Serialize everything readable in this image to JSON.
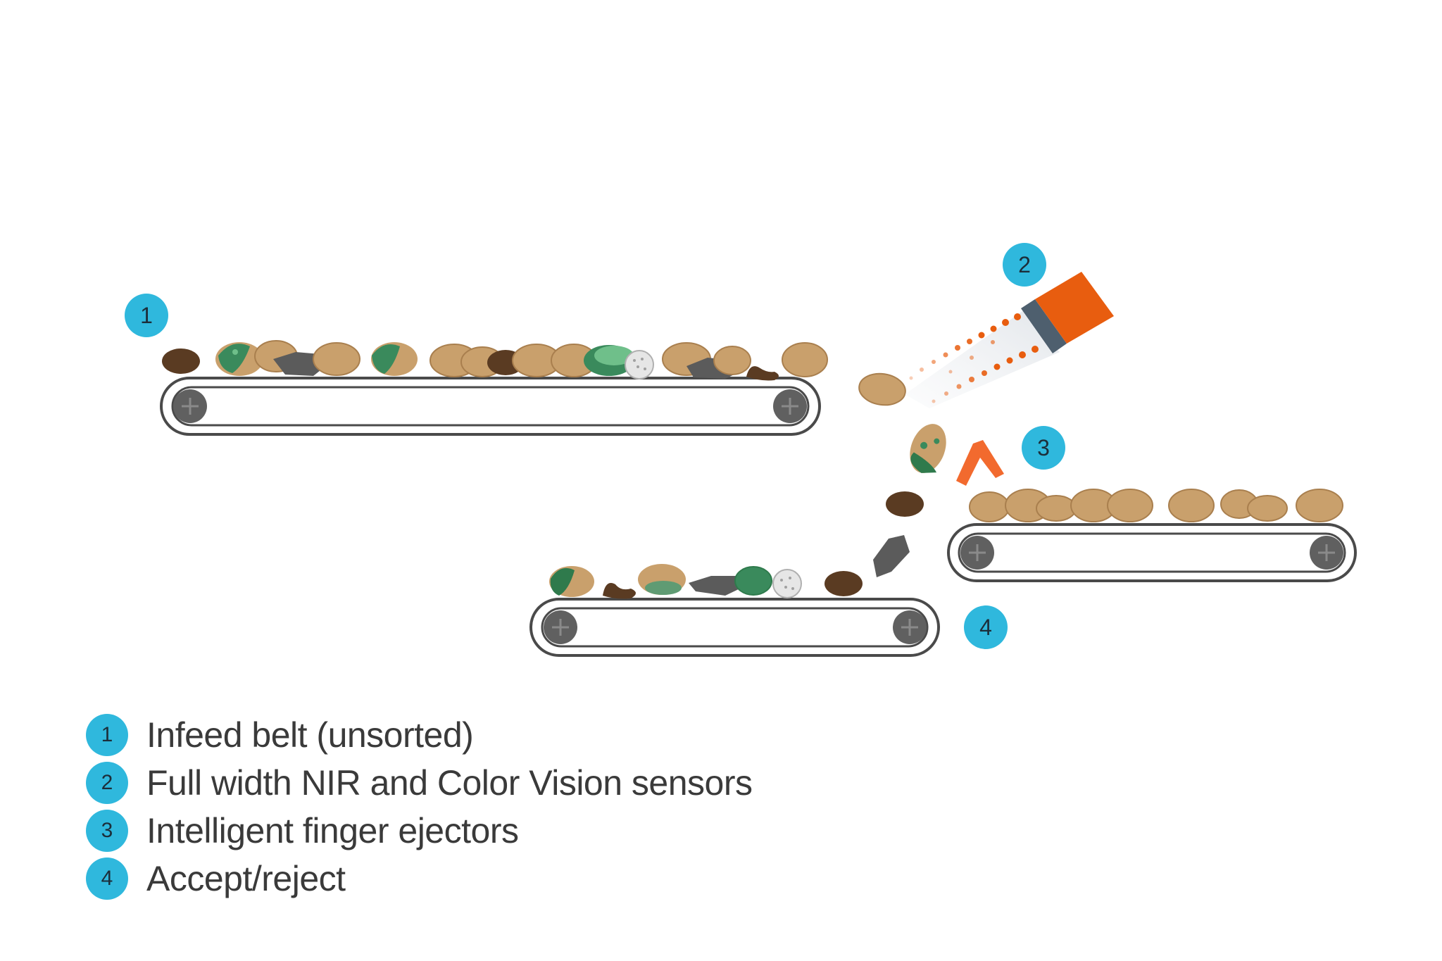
{
  "colors": {
    "badge": "#2fb8dd",
    "belt_outline": "#4a4a4a",
    "roller": "#606060",
    "potato": "#c9a06c",
    "potato_dark": "#a97f4e",
    "rot": "#3a8a5c",
    "clod": "#5a3b22",
    "stone": "#5b5b5b",
    "sensor": "#e85d0f",
    "sensor_lens": "#4e5f6e",
    "ejector": "#f26a2e"
  },
  "callouts": [
    {
      "number": "1"
    },
    {
      "number": "2"
    },
    {
      "number": "3"
    },
    {
      "number": "4"
    }
  ],
  "legend": [
    {
      "number": "1",
      "label": "Infeed belt (unsorted)"
    },
    {
      "number": "2",
      "label": "Full width NIR and Color Vision sensors"
    },
    {
      "number": "3",
      "label": "Intelligent finger ejectors"
    },
    {
      "number": "4",
      "label": "Accept/reject"
    }
  ]
}
